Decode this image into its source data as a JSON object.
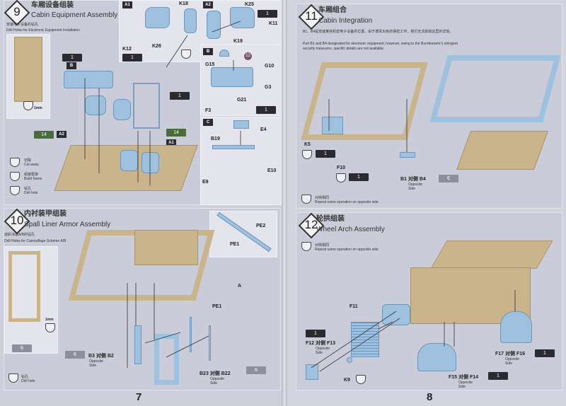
{
  "pages": {
    "left_number": "7",
    "right_number": "8"
  },
  "step9": {
    "number": "9",
    "title_cn": "车厢设备组装",
    "title_en": "Cabin Equipment Assembly",
    "note_cn": "安装电子设备的钻孔",
    "note_en": "Drill Holes for Electronic Equipment Installation",
    "inset_dim": "1mm",
    "labels": [
      "A1",
      "A2",
      "B",
      "C",
      "K18",
      "K26",
      "K12",
      "K25",
      "K11",
      "K19",
      "G15",
      "G10",
      "G3",
      "G21",
      "F3",
      "E4",
      "B19",
      "E10",
      "E9",
      "A2",
      "A1",
      "B"
    ],
    "badges": [
      "1",
      "1",
      "1",
      "1",
      "1",
      "14",
      "14"
    ],
    "legend": [
      {
        "cn": "切除",
        "en": "Cut away"
      },
      {
        "cn": "组装框架",
        "en": "Build frame"
      },
      {
        "cn": "钻孔",
        "en": "Drill hole"
      }
    ],
    "callout": "12"
  },
  "step10": {
    "number": "10",
    "title_cn": "内衬装甲组装",
    "title_en": "Spall Liner Armor Assembly",
    "note_cn": "迷彩涂装A/B的钻孔",
    "note_en": "Drill Holes for Camouflage Scheme A/B",
    "inset_dim": "1mm",
    "labels": [
      "PE2",
      "PE1",
      "A",
      "PE1",
      "B3",
      "B2",
      "B23",
      "B22"
    ],
    "opposite_cn": "对侧",
    "opposite_en": "Opposite Side",
    "badges": [
      "6",
      "6",
      "6"
    ],
    "legend": {
      "cn": "钻孔",
      "en": "Drill hole"
    }
  },
  "step11": {
    "number": "11",
    "title_cn": "车厢组合",
    "title_en": "Cabin Integration",
    "note_cn": "B1、B4是安装某些机密电子设备的位置，由于德军出色的保密工作，我们无法获知这里的详情。",
    "note_en": "Part B1 and B4 designated for electronic equipment; however, owing to the Bundeswehr's stringent security measures, specific details are not available.",
    "labels": [
      "K5",
      "F10",
      "B1",
      "B4"
    ],
    "badges": [
      "1",
      "1",
      "6"
    ],
    "repeat_cn": "对侧相同",
    "repeat_en": "Repeat same operation on opposite side"
  },
  "step12": {
    "number": "12",
    "title_cn": "轮拱组装",
    "title_en": "Wheel Arch Assembly",
    "repeat_cn": "对侧相同",
    "repeat_en": "Repeat same operation on opposite side",
    "labels": [
      "F11",
      "F12",
      "F13",
      "K9",
      "F15",
      "F14",
      "F17",
      "F16"
    ],
    "badges": [
      "1",
      "1",
      "1"
    ]
  },
  "opposite_cn": "对侧",
  "opposite_en_1": "Opposite",
  "opposite_en_2": "Side"
}
